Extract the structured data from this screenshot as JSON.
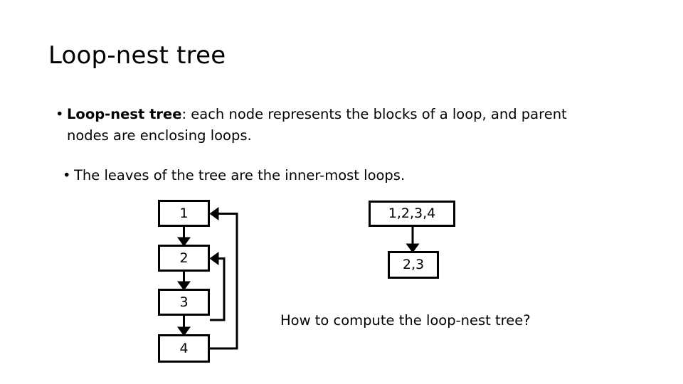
{
  "slide": {
    "title": "Loop-nest tree",
    "background_color": "#ffffff",
    "ink_color": "#000000"
  },
  "body": {
    "bullets": [
      {
        "marker": "•",
        "level": 1,
        "bold_lead": "Loop-nest tree",
        "text": ": each node represents the blocks of a loop, and parent nodes are enclosing loops."
      },
      {
        "marker": "•",
        "level": 2,
        "bold_lead": "",
        "text": "The leaves of the tree are the inner-most loops."
      }
    ]
  },
  "cfg": {
    "caption": "",
    "nodes": [
      {
        "id": "b1",
        "label": "1"
      },
      {
        "id": "b2",
        "label": "2"
      },
      {
        "id": "b3",
        "label": "3"
      },
      {
        "id": "b4",
        "label": "4"
      }
    ],
    "edges": [
      {
        "from": "b1",
        "to": "b2",
        "kind": "forward"
      },
      {
        "from": "b2",
        "to": "b3",
        "kind": "forward"
      },
      {
        "from": "b3",
        "to": "b4",
        "kind": "forward"
      },
      {
        "from": "b3",
        "to": "b2",
        "kind": "back"
      },
      {
        "from": "b4",
        "to": "b1",
        "kind": "back"
      }
    ]
  },
  "tree": {
    "nodes": [
      {
        "id": "root",
        "label": "1,2,3,4"
      },
      {
        "id": "child",
        "label": "2,3"
      }
    ],
    "edges": [
      {
        "from": "root",
        "to": "child"
      }
    ]
  },
  "question": {
    "text": "How to compute the loop-nest tree?"
  }
}
